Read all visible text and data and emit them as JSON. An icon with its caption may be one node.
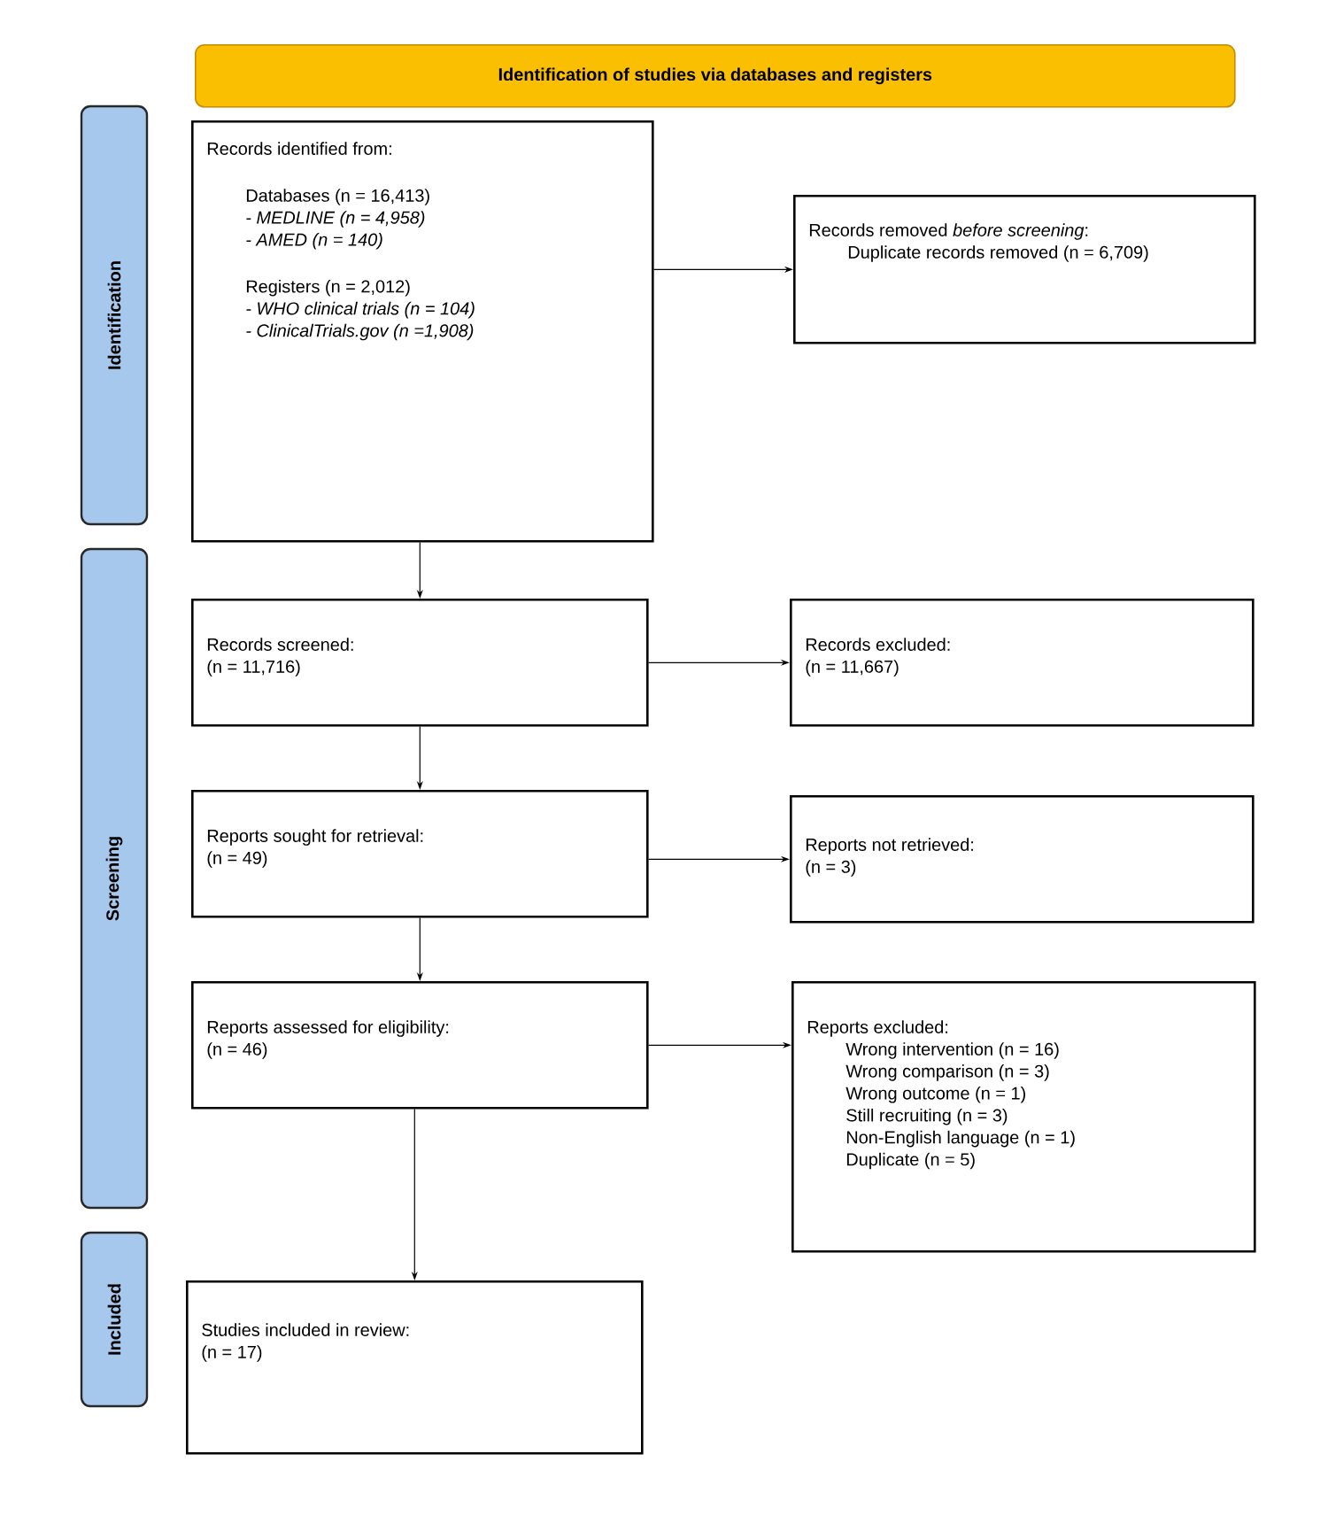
{
  "diagram": {
    "nodes": [
      {
        "text": [
          "Identification of studies via databases and registers"
        ]
      },
      {
        "text": [
          "Identification"
        ]
      },
      {
        "text": [
          "Screening"
        ]
      },
      {
        "text": [
          "Included"
        ]
      },
      {
        "text": [
          "Records identified from:",
          "Databases (n = 16,413)",
          "- MEDLINE (n = 4,958)",
          "- AMED (n = 140)",
          "Registers (n = 2,012)",
          "- WHO clinical trials (n = 104)",
          "- ClinicalTrials.gov (n =1,908)"
        ]
      },
      {
        "text": [
          "Records removed *before screening*:",
          "Duplicate records removed (n = 6,709)"
        ]
      },
      {
        "text": [
          "Records screened:",
          "(n = 11,716)"
        ]
      },
      {
        "text": [
          "Records excluded:",
          "(n = 11,667)"
        ]
      },
      {
        "text": [
          "Reports sought for retrieval:",
          "(n = 49)"
        ]
      },
      {
        "text": [
          "Reports not retrieved:",
          "(n = 3)"
        ]
      },
      {
        "text": [
          "Reports assessed for eligibility:",
          "(n = 46)"
        ]
      },
      {
        "text": [
          "Reports excluded:",
          "Wrong intervention (n = 16)",
          "Wrong comparison (n = 3)",
          "Wrong outcome (n = 1)",
          "Still recruiting (n = 3)",
          "Non-English language (n = 1)",
          "Duplicate (n = 5)"
        ]
      },
      {
        "text": [
          "Studies included in review:",
          "(n = 17)"
        ]
      }
    ],
    "edges": [
      {
        "from": 4,
        "to": 5,
        "arrow": "to"
      },
      {
        "from": 4,
        "to": 6,
        "arrow": "to"
      },
      {
        "from": 6,
        "to": 7,
        "arrow": "to"
      },
      {
        "from": 6,
        "to": 8,
        "arrow": "to"
      },
      {
        "from": 8,
        "to": 9,
        "arrow": "to"
      },
      {
        "from": 8,
        "to": 10,
        "arrow": "to"
      },
      {
        "from": 10,
        "to": 11,
        "arrow": "to"
      },
      {
        "from": 10,
        "to": 12,
        "arrow": "to"
      }
    ]
  }
}
